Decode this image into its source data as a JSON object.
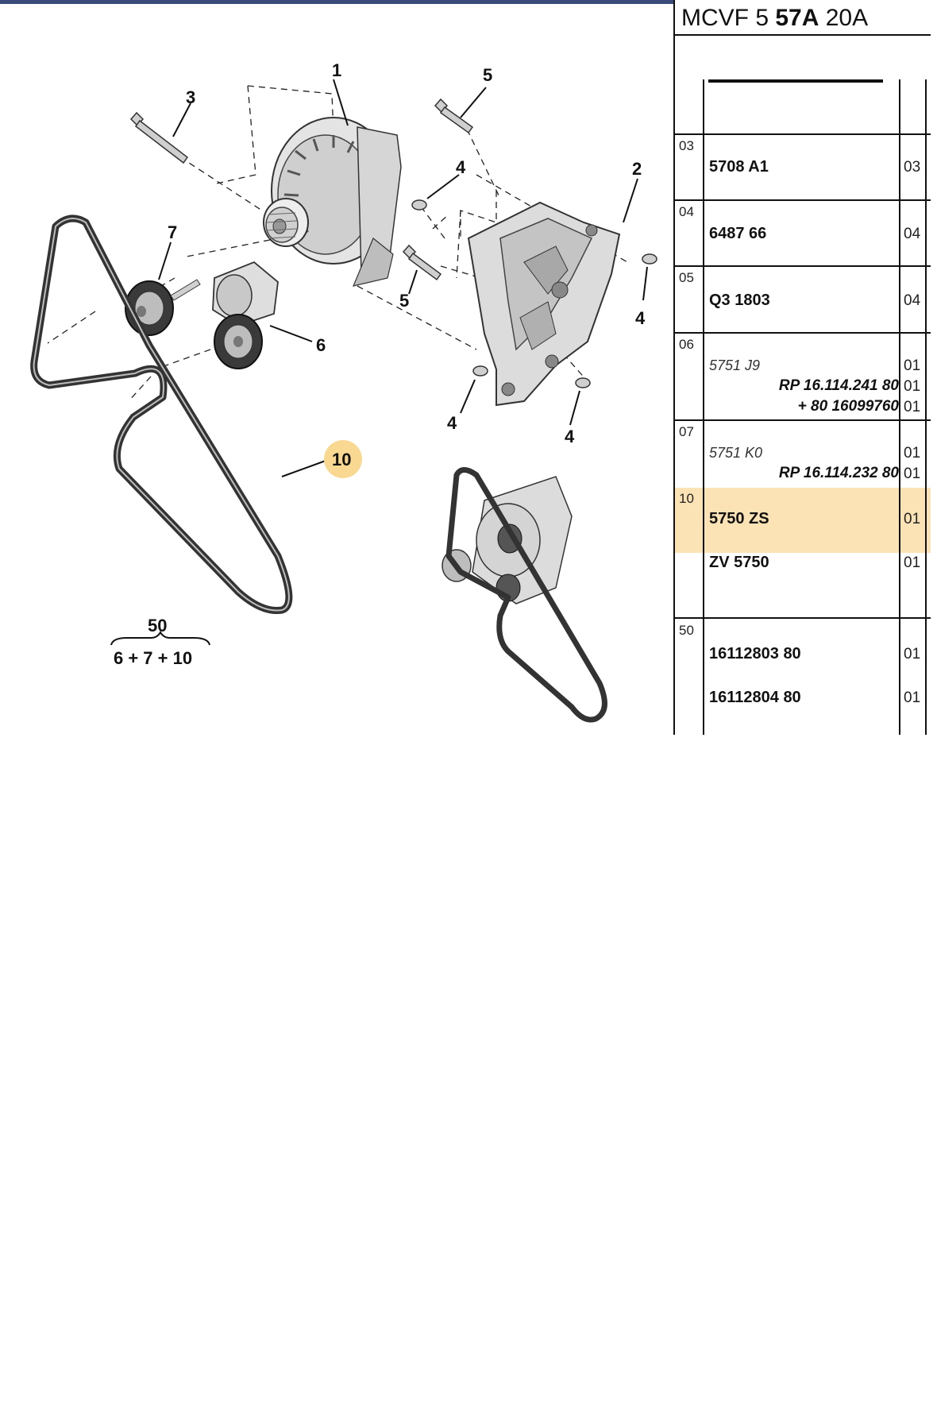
{
  "diagram": {
    "callouts": [
      "1",
      "2",
      "3",
      "4",
      "4",
      "4",
      "4",
      "5",
      "5",
      "6",
      "7",
      "10"
    ],
    "kit_number": "50",
    "kit_formula": "6 + 7 + 10",
    "highlight_color": "#f9d992"
  },
  "panel": {
    "header_prefix": "MCVF 5",
    "header_bold": "57A",
    "header_suffix": "20A",
    "rows": [
      {
        "num": "03",
        "ref": "5708 A1",
        "qty": "03"
      },
      {
        "num": "04",
        "ref": "6487 66",
        "qty": "04"
      },
      {
        "num": "05",
        "ref": "Q3 1803",
        "qty": "04"
      },
      {
        "num": "06",
        "ref": "5751 J9",
        "qty": "01",
        "line2": "RP 16.114.241 80",
        "qty2": "01",
        "line3": "+ 80 16099760",
        "qty3": "01"
      },
      {
        "num": "07",
        "ref": "5751 K0",
        "qty": "01",
        "line2": "RP 16.114.232 80",
        "qty2": "01"
      },
      {
        "num": "10",
        "ref": "5750 ZS",
        "qty": "01",
        "line2": "ZV 5750",
        "qty2": "01"
      },
      {
        "num": "50",
        "ref": "16112803 80",
        "qty": "01",
        "line2": "16112804 80",
        "qty2": "01"
      }
    ],
    "highlight_color": "#fbe3b5"
  }
}
